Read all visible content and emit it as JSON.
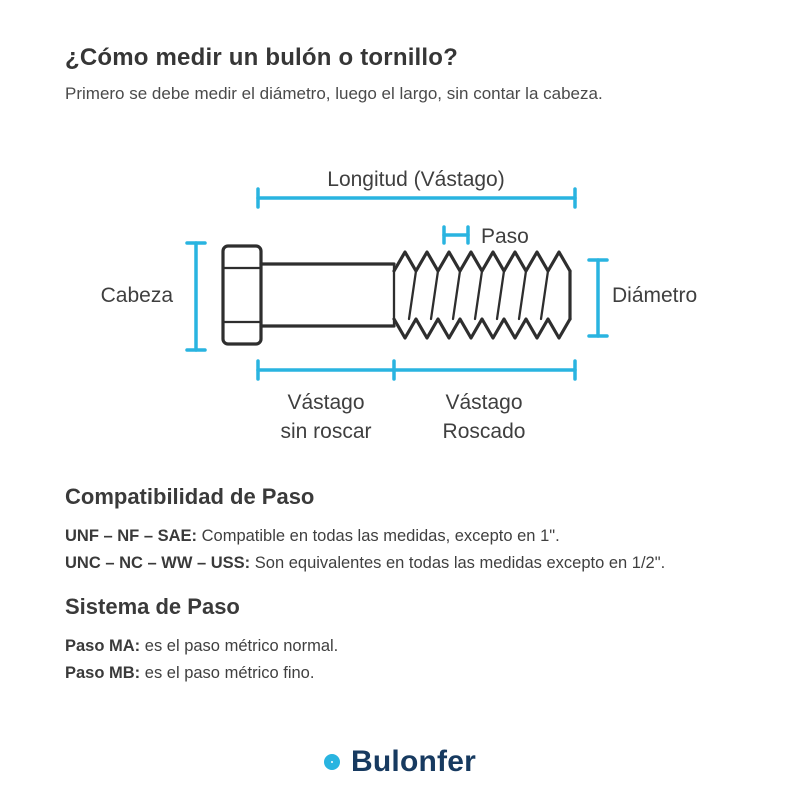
{
  "theme": {
    "accent": "#29b4e0",
    "outline": "#2e2e2e",
    "text": "#3f3f3f",
    "brand_navy": "#173a60",
    "background": "#ffffff"
  },
  "header": {
    "title": "¿Cómo medir un bulón o tornillo?",
    "subtitle": "Primero se debe medir el diámetro, luego el largo, sin contar la cabeza."
  },
  "diagram": {
    "longitud_label": "Longitud (Vástago)",
    "paso_label": "Paso",
    "cabeza_label": "Cabeza",
    "diametro_label": "Diámetro",
    "vastago_sin_roscar": {
      "line1": "Vástago",
      "line2": "sin roscar"
    },
    "vastago_roscado": {
      "line1": "Vástago",
      "line2": "Roscado"
    }
  },
  "sections": [
    {
      "heading": "Compatibilidad de Paso",
      "items": [
        {
          "term": "UNF – NF – SAE:",
          "text": " Compatible en todas las medidas, excepto en 1\"."
        },
        {
          "term": "UNC – NC – WW – USS:",
          "text": " Son equivalentes en todas las medidas excepto en 1/2\"."
        }
      ]
    },
    {
      "heading": "Sistema de Paso",
      "items": [
        {
          "term": "Paso MA:",
          "text": " es el paso métrico normal."
        },
        {
          "term": "Paso MB:",
          "text": " es el paso métrico fino."
        }
      ]
    }
  ],
  "footer": {
    "brand": "Bulonfer"
  }
}
